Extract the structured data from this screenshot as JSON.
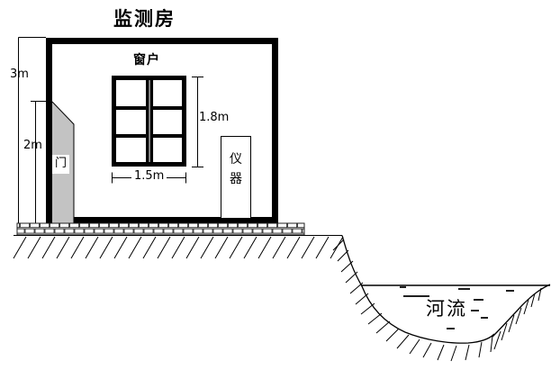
{
  "diagram": {
    "title": "监测房",
    "room": {
      "height_label": "3m",
      "door": {
        "label": "门",
        "height_label": "2m"
      },
      "window": {
        "label": "窗户",
        "height_label": "1.8m",
        "width_label": "1.5m"
      },
      "instrument": {
        "label_line1": "仪",
        "label_line2": "器"
      }
    },
    "river": {
      "label": "河流"
    },
    "colors": {
      "outline": "#000000",
      "door_fill": "#c3c3c3",
      "brick_mortar": "#c8c8c8",
      "background": "#ffffff"
    }
  }
}
